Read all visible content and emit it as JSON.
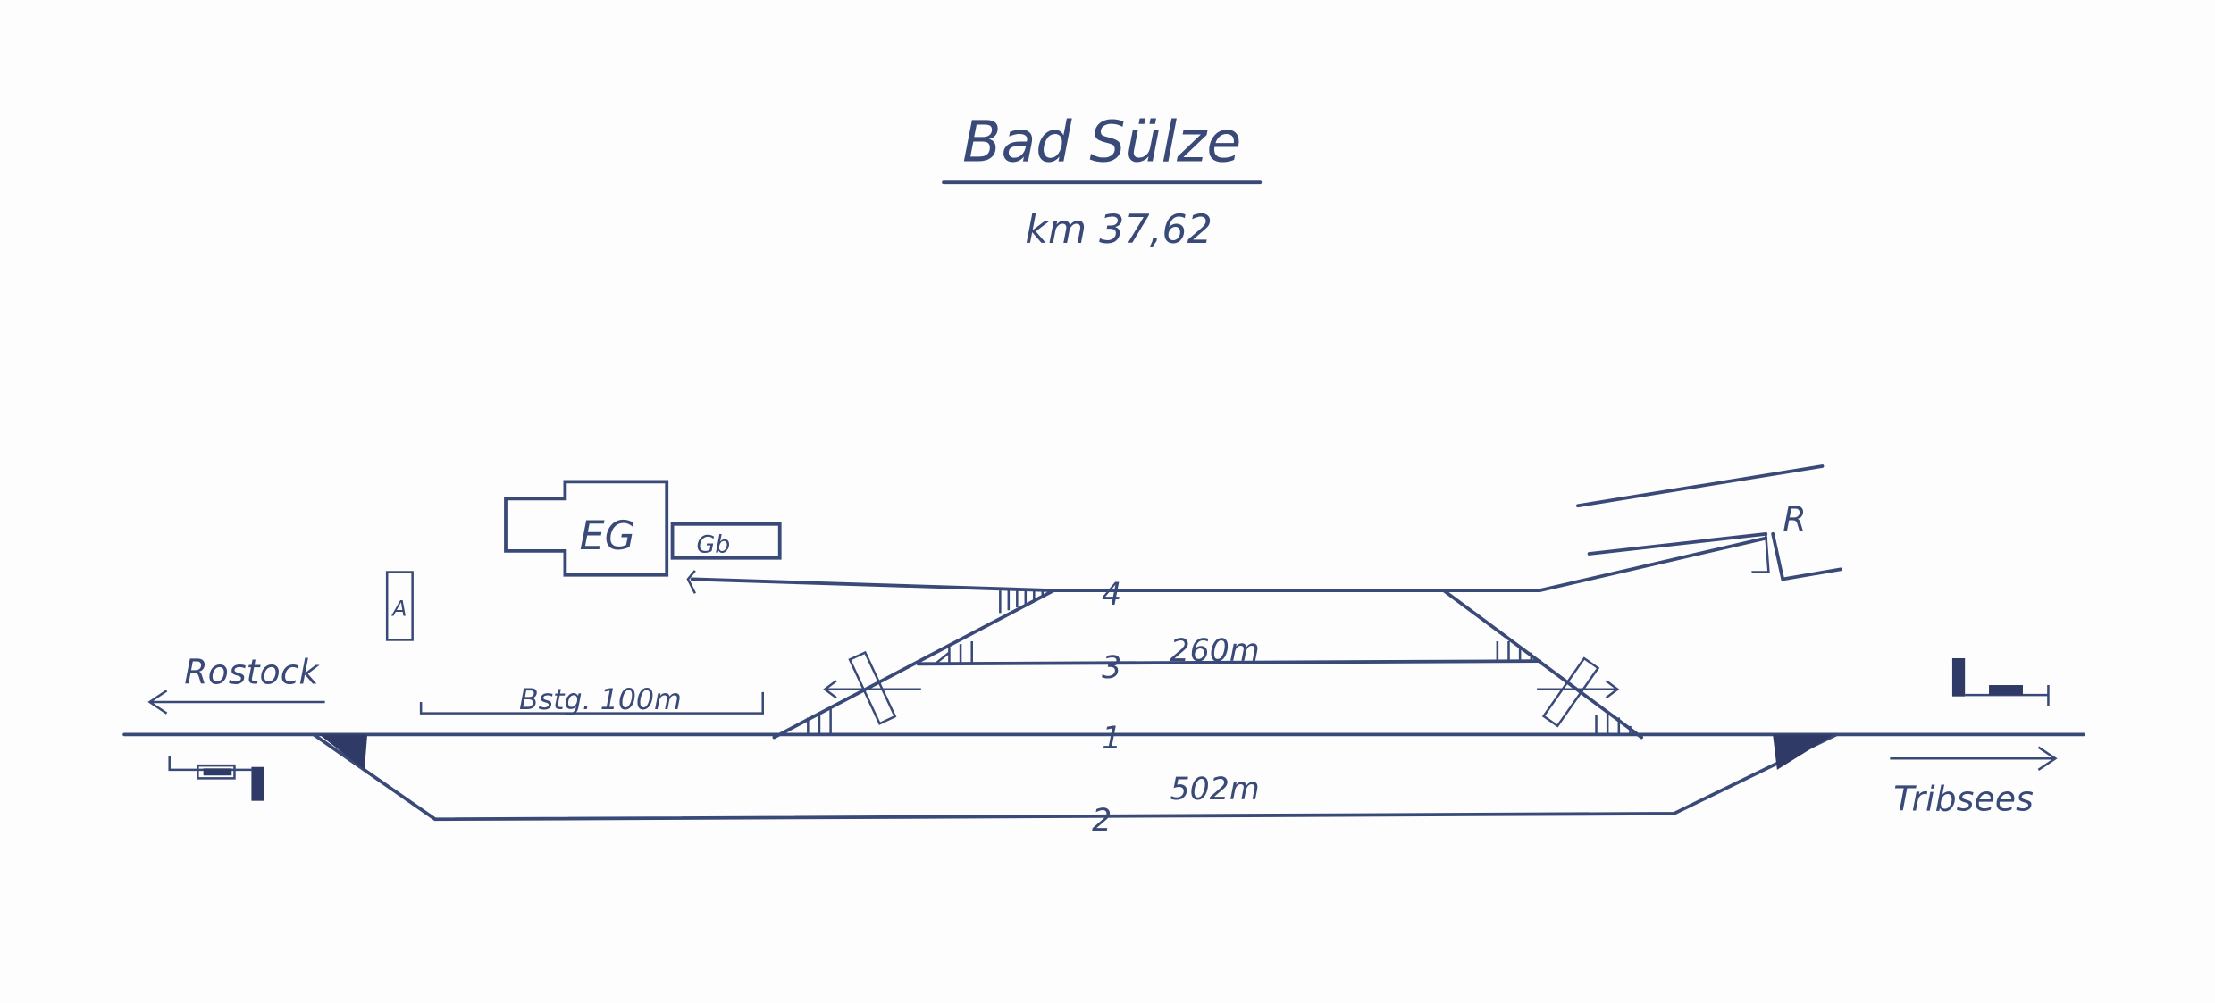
{
  "title": "Bad Sülze",
  "km": "km 37,62",
  "colors": {
    "ink": "#3a4a78",
    "paper": "#fdfdfd"
  },
  "directions": {
    "left": "Rostock",
    "right": "Tribsees"
  },
  "buildings": {
    "station": "EG",
    "goods": "Gb",
    "toilet": "A",
    "ramp": "R"
  },
  "platform": "Bstg. 100m",
  "tracks": [
    {
      "number": "1"
    },
    {
      "number": "2",
      "length": "502m"
    },
    {
      "number": "3",
      "length": "260m"
    },
    {
      "number": "4"
    }
  ]
}
